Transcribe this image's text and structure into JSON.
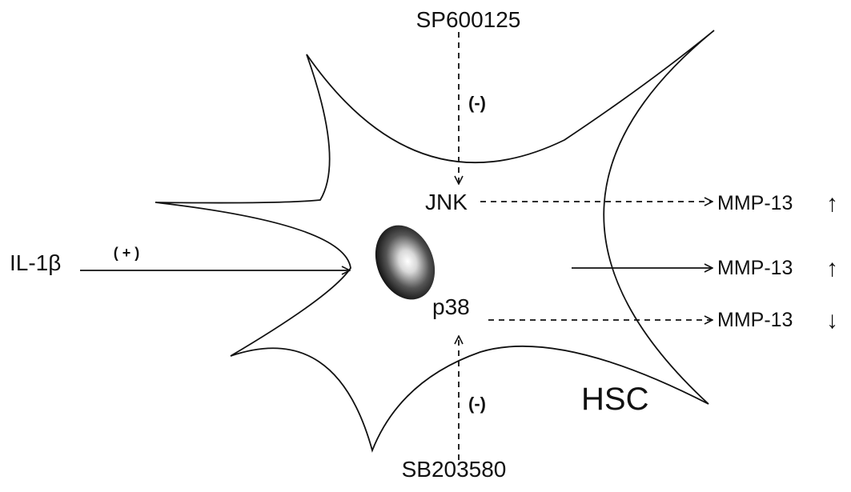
{
  "labels": {
    "stimulus": "IL-1β",
    "stimulus_effect": "( + )",
    "cell": "HSC",
    "jnk": "JNK",
    "p38": "p38",
    "jnk_inhibitor": "SP600125",
    "p38_inhibitor": "SB203580",
    "inhibit_sign_top": "(-)",
    "inhibit_sign_bottom": "(-)",
    "output_jnk": "MMP-13",
    "output_direct": "MMP-13",
    "output_p38": "MMP-13",
    "output_jnk_change": "↑",
    "output_direct_change": "↑",
    "output_p38_change": "↓"
  },
  "colors": {
    "stroke": "#111111",
    "nucleus_center": "#ffffff",
    "nucleus_edge": "#000000"
  }
}
